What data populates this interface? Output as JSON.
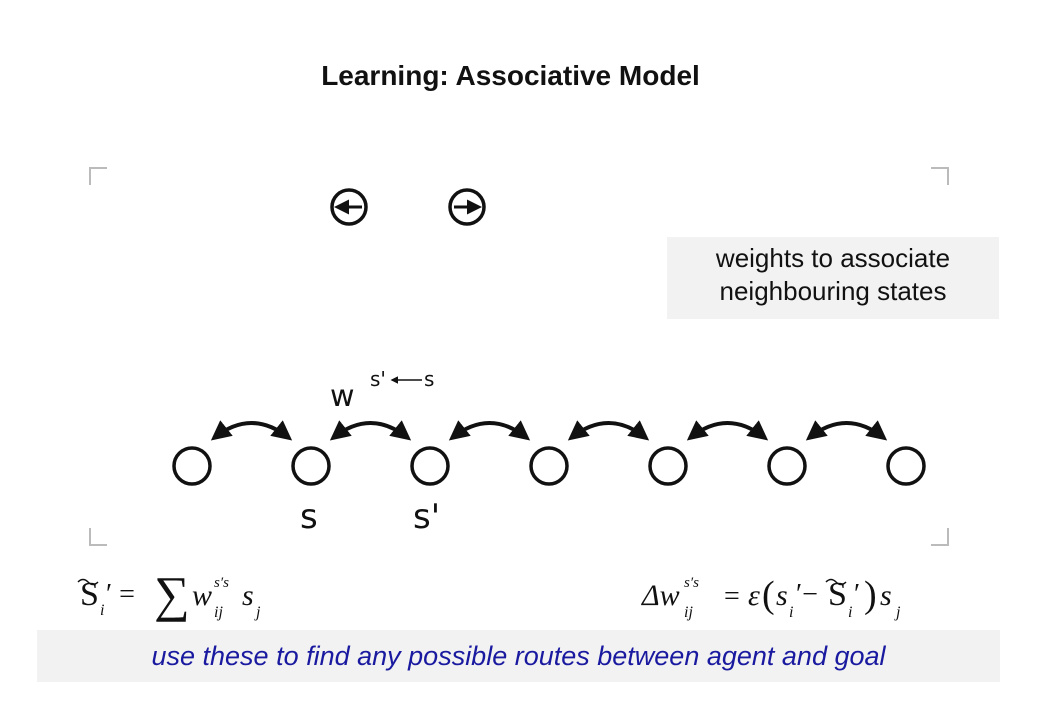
{
  "title": "Learning: Associative Model",
  "note": {
    "line1": "weights to associate",
    "line2": "neighbouring states"
  },
  "weight_label": {
    "symbol": "w",
    "superscript_left": "s'",
    "superscript_right": "s"
  },
  "state_labels": {
    "current": "s",
    "next": "s'"
  },
  "node_count": 7,
  "formulas": {
    "prediction": "s̃ᵢ' = Σ wᵢⱼ^(s's) sⱼ",
    "update": "Δwᵢⱼ^(s's) = ε(sᵢ' − s̃ᵢ')sⱼ"
  },
  "footer": "use these to find any possible routes between agent and goal",
  "colors": {
    "text": "#111111",
    "footer_text": "#1a1aa0",
    "box_fill": "#f2f2f2"
  },
  "icons": [
    "left-arrow-circle-icon",
    "right-arrow-circle-icon"
  ]
}
